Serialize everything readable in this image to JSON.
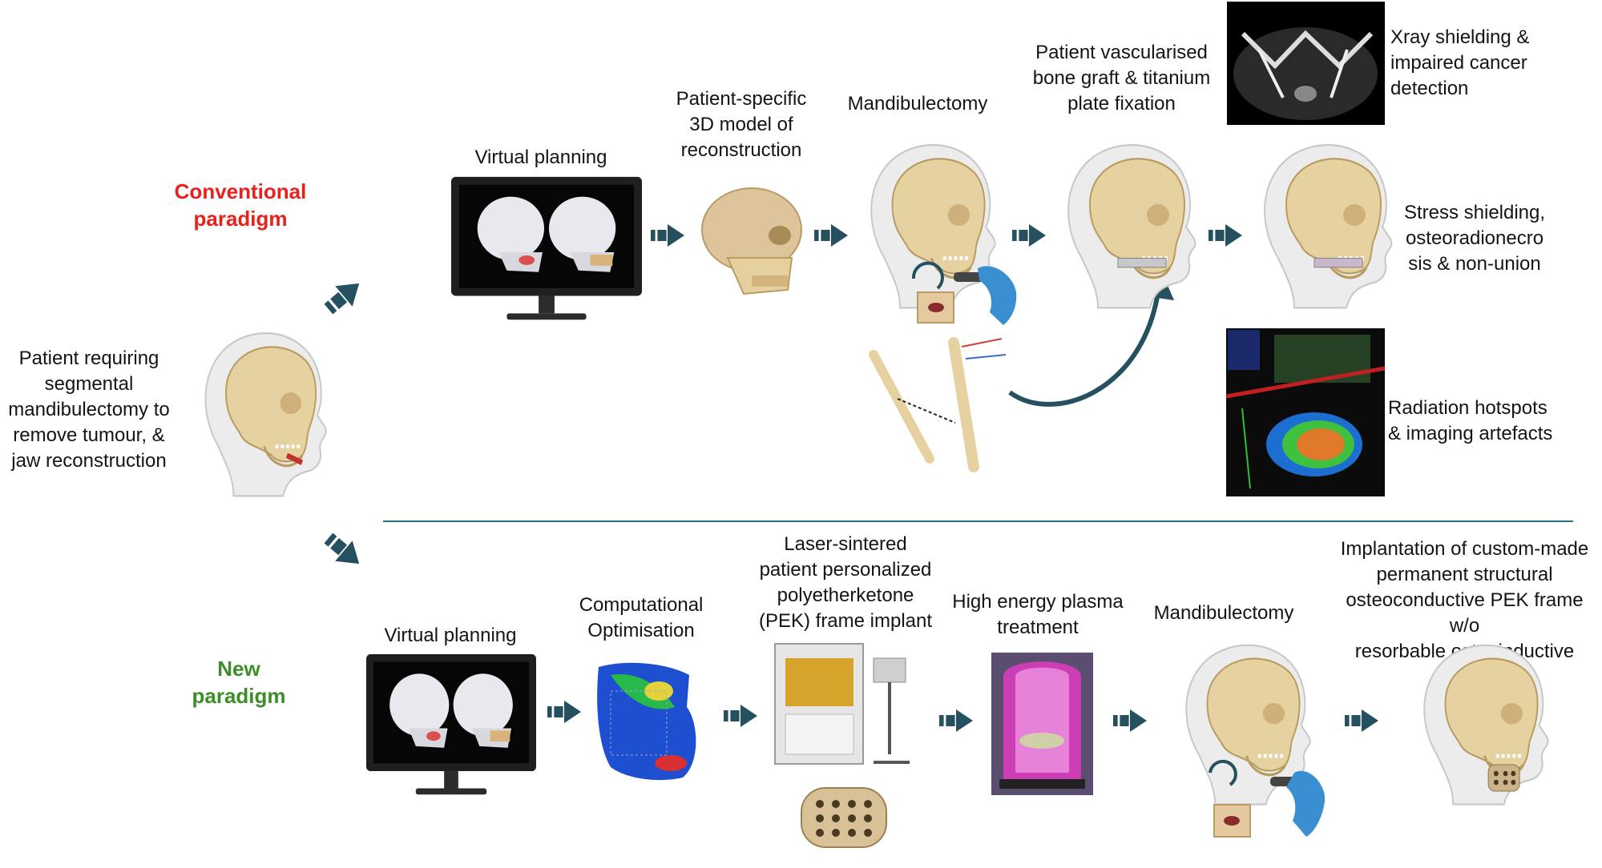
{
  "patient_label": "Patient requiring\nsegmental\nmandibulectomy to\nremove tumour, &\njaw reconstruction",
  "conventional": {
    "title": "Conventional\nparadigm",
    "steps": {
      "virtual_planning": "Virtual planning",
      "model": "Patient-specific\n3D model of\nreconstruction",
      "mandibulectomy": "Mandibulectomy",
      "graft": "Patient vascularised\nbone graft & titanium\nplate fixation"
    },
    "outcomes": {
      "xray": "Xray shielding &\nimpaired cancer\ndetection",
      "stress": "Stress shielding,\nosteoradionecro\nsis & non-union",
      "radiation": "Radiation hotspots\n& imaging artefacts"
    }
  },
  "new": {
    "title": "New\nparadigm",
    "steps": {
      "virtual_planning": "Virtual planning",
      "optimisation": "Computational\nOptimisation",
      "laser": "Laser-sintered\npatient personalized\npolyetherketone\n(PEK) frame implant",
      "plasma": "High energy plasma\ntreatment",
      "mandibulectomy": "Mandibulectomy",
      "implantation": "Implantation of custom-made\npermanent structural\nosteoconductive PEK frame w/o\nresorbable osteoinductive core"
    }
  },
  "colors": {
    "conventional": "#e8211d",
    "new": "#3c8f28",
    "arrow": "#24505f",
    "bone": "#e6d2a1",
    "skin": "#e9e9e9",
    "divider": "#2f6f86"
  },
  "icons": [
    "head-icon",
    "monitor-icon",
    "skull-icon",
    "fibula-icon",
    "glove-icon",
    "arrow-icon",
    "printer-icon",
    "plasma-chamber-icon",
    "implant-icon"
  ]
}
